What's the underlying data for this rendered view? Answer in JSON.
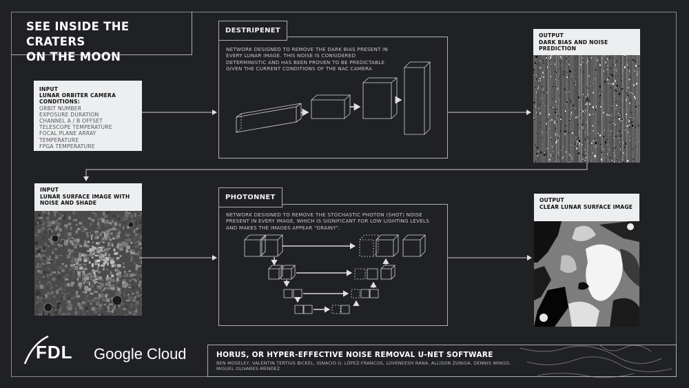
{
  "header": {
    "title_line1": "SEE INSIDE THE CRATERS",
    "title_line2": "ON THE MOON"
  },
  "destripenet": {
    "label": "DESTRIPENET",
    "description": "NETWORK DESIGNED TO REMOVE THE DARK BIAS PRESENT IN EVERY LUNAR IMAGE. THIS NOISE IS CONSIDERED DETERMINISTIC AND HAS BEEN PROVEN TO BE PREDICTABLE GIVEN THE CURRENT CONDITIONS OF THE NAC CAMERA"
  },
  "photonnet": {
    "label": "PHOTONNET",
    "description": "NETWORK DESIGNED TO REMOVE THE STOCHASTIC PHOTON (SHOT) NOISE PRESENT IN EVERY IMAGE, WHICH IS SIGNIFICANT FOR LOW LIGHTING LEVELS AND MAKES THE IMAGES APPEAR \"GRAINY\"."
  },
  "input_camera": {
    "heading1": "INPUT",
    "heading2": "LUNAR ORBITER CAMERA",
    "heading3": "CONDITIONS:",
    "items": [
      "ORBIT NUMBER",
      "EXPOSURE DURATION",
      "CHANNEL A / B OFFSET",
      "TELESCOPE TEMPERATURE",
      "FOCAL PLANE ARRAY TEMPERATURE",
      "FPGA TEMPERATURE"
    ]
  },
  "output_dark": {
    "line1": "OUTPUT",
    "line2": "DARK BIAS AND NOISE",
    "line3": "PREDICTION"
  },
  "input_lunar": {
    "line1": "INPUT",
    "line2": "LUNAR SURFACE IMAGE WITH",
    "line3": "NOISE AND SHADE"
  },
  "output_clear": {
    "line1": "OUTPUT",
    "line2": "CLEAR LUNAR SURFACE IMAGE"
  },
  "footer": {
    "software_title": "HORUS, OR HYPER-EFFECTIVE NOISE REMOVAL U-NET SOFTWARE",
    "authors_line1": "BEN MOSELEY, VALENTIN TERTIUS BICKEL, IGNACIO G. LÓPEZ-FRANCOS, LOVENEESH RANA, ALLISON ZUNIGA, DENNIS WINGO,",
    "authors_line2": "MIGUEL OLIVARES-MENDEZ",
    "logo_fdl": "FDL",
    "logo_google": "Google Cloud"
  },
  "colors": {
    "background": "#202124",
    "line": "#b0b0b0",
    "card": "#eceef0"
  }
}
